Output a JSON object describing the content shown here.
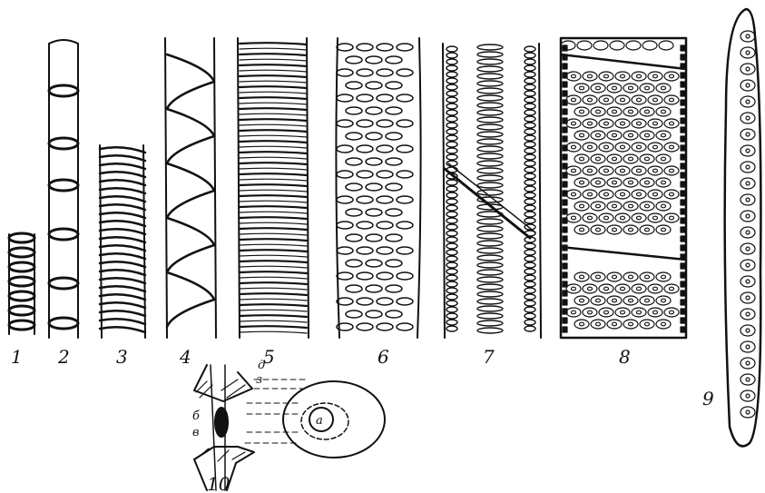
{
  "figure": {
    "labels": [
      "1",
      "2",
      "3",
      "4",
      "5",
      "6",
      "7",
      "8",
      "9",
      "10"
    ],
    "detail_labels": {
      "d": "д",
      "z": "з",
      "b": "б",
      "v": "в",
      "a": "а"
    }
  }
}
